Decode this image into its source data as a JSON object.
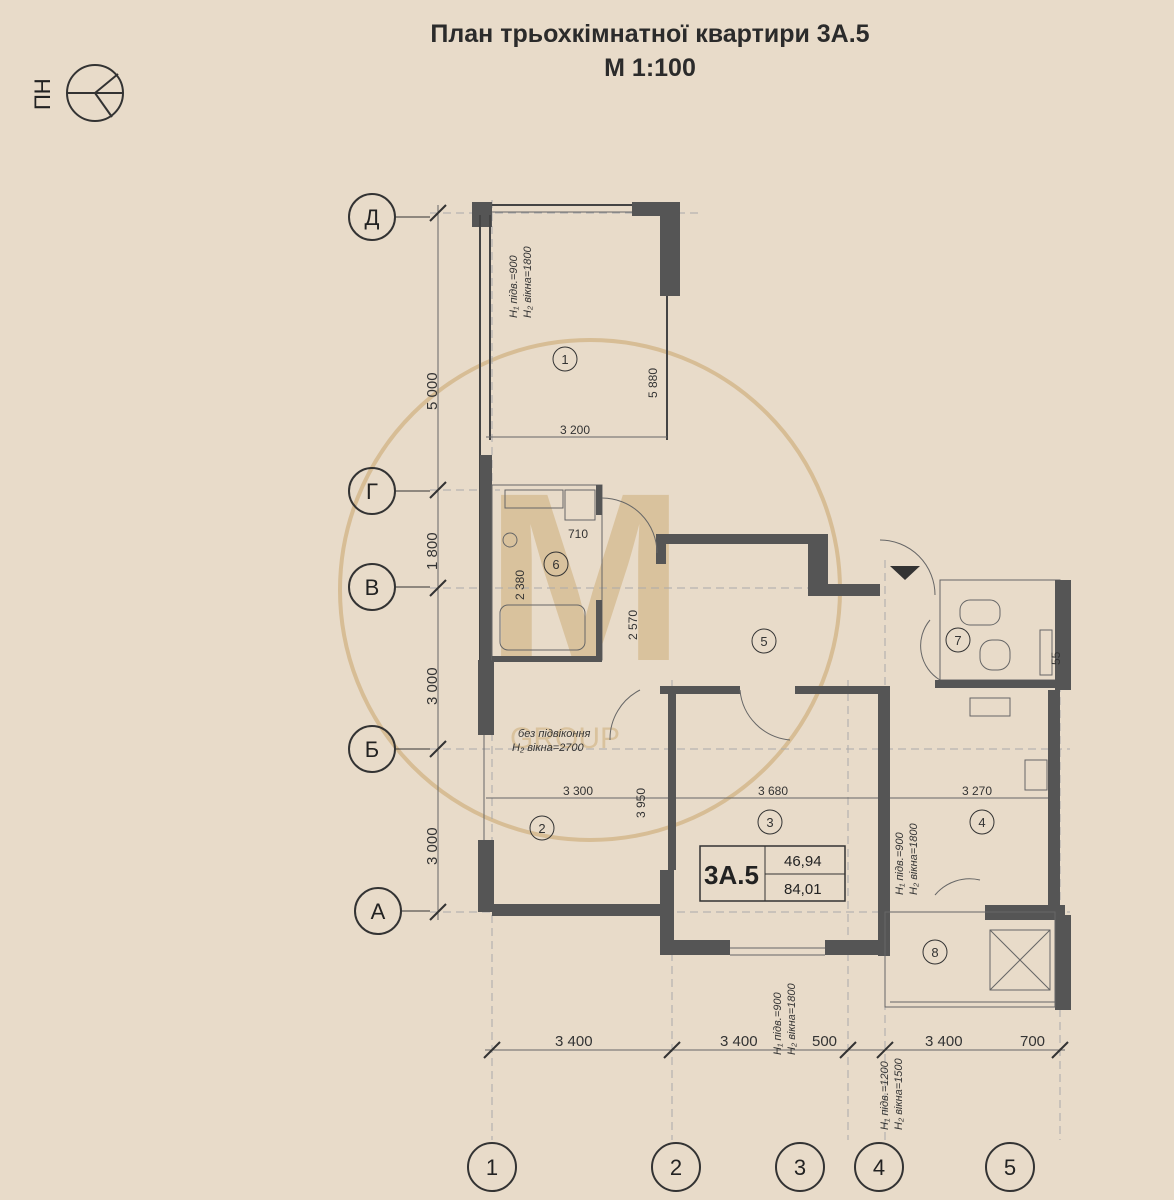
{
  "title": {
    "line1": "План трьохкімнатної квартири 3А.5",
    "line2": "М 1:100"
  },
  "north": {
    "label": "ПН"
  },
  "axes": {
    "rows": [
      "Д",
      "Г",
      "В",
      "Б",
      "А"
    ],
    "cols": [
      "1",
      "2",
      "3",
      "4",
      "5"
    ]
  },
  "dimensions": {
    "left": [
      "5 000",
      "1 800",
      "3 000",
      "3 000"
    ],
    "bottom": [
      "3 400",
      "3 400",
      "500",
      "3 400",
      "700"
    ],
    "room1_width": "3 200",
    "room1_length": "5 880",
    "room2_width": "3 300",
    "room2_length": "3 950",
    "room3_width": "3 680",
    "room4_width": "3 270",
    "corridor_length": "2 570",
    "bath_width": "710",
    "bath_len": "2 380",
    "small_55": "55"
  },
  "rooms": [
    "1",
    "2",
    "3",
    "4",
    "5",
    "6",
    "7",
    "8"
  ],
  "notes": {
    "window1_sill": "H₁ підв.=900",
    "window1_height": "H₂ вікна=1800",
    "window2_nosill": "без підвіконня",
    "window2_height": "H₂ вікна=2700",
    "window3_sill": "H₁ підв.=900",
    "window3_height": "H₂ вікна=1800",
    "window4_sill": "H₁ підв.=900",
    "window4_height": "H₂ вікна=1800",
    "window5_sill": "H₁ підв.=1200",
    "window5_height": "H₂ вікна=1500"
  },
  "unit": {
    "code": "3А.5",
    "living_area": "46,94",
    "total_area": "84,01"
  },
  "watermark": {
    "text": "GROUP"
  }
}
